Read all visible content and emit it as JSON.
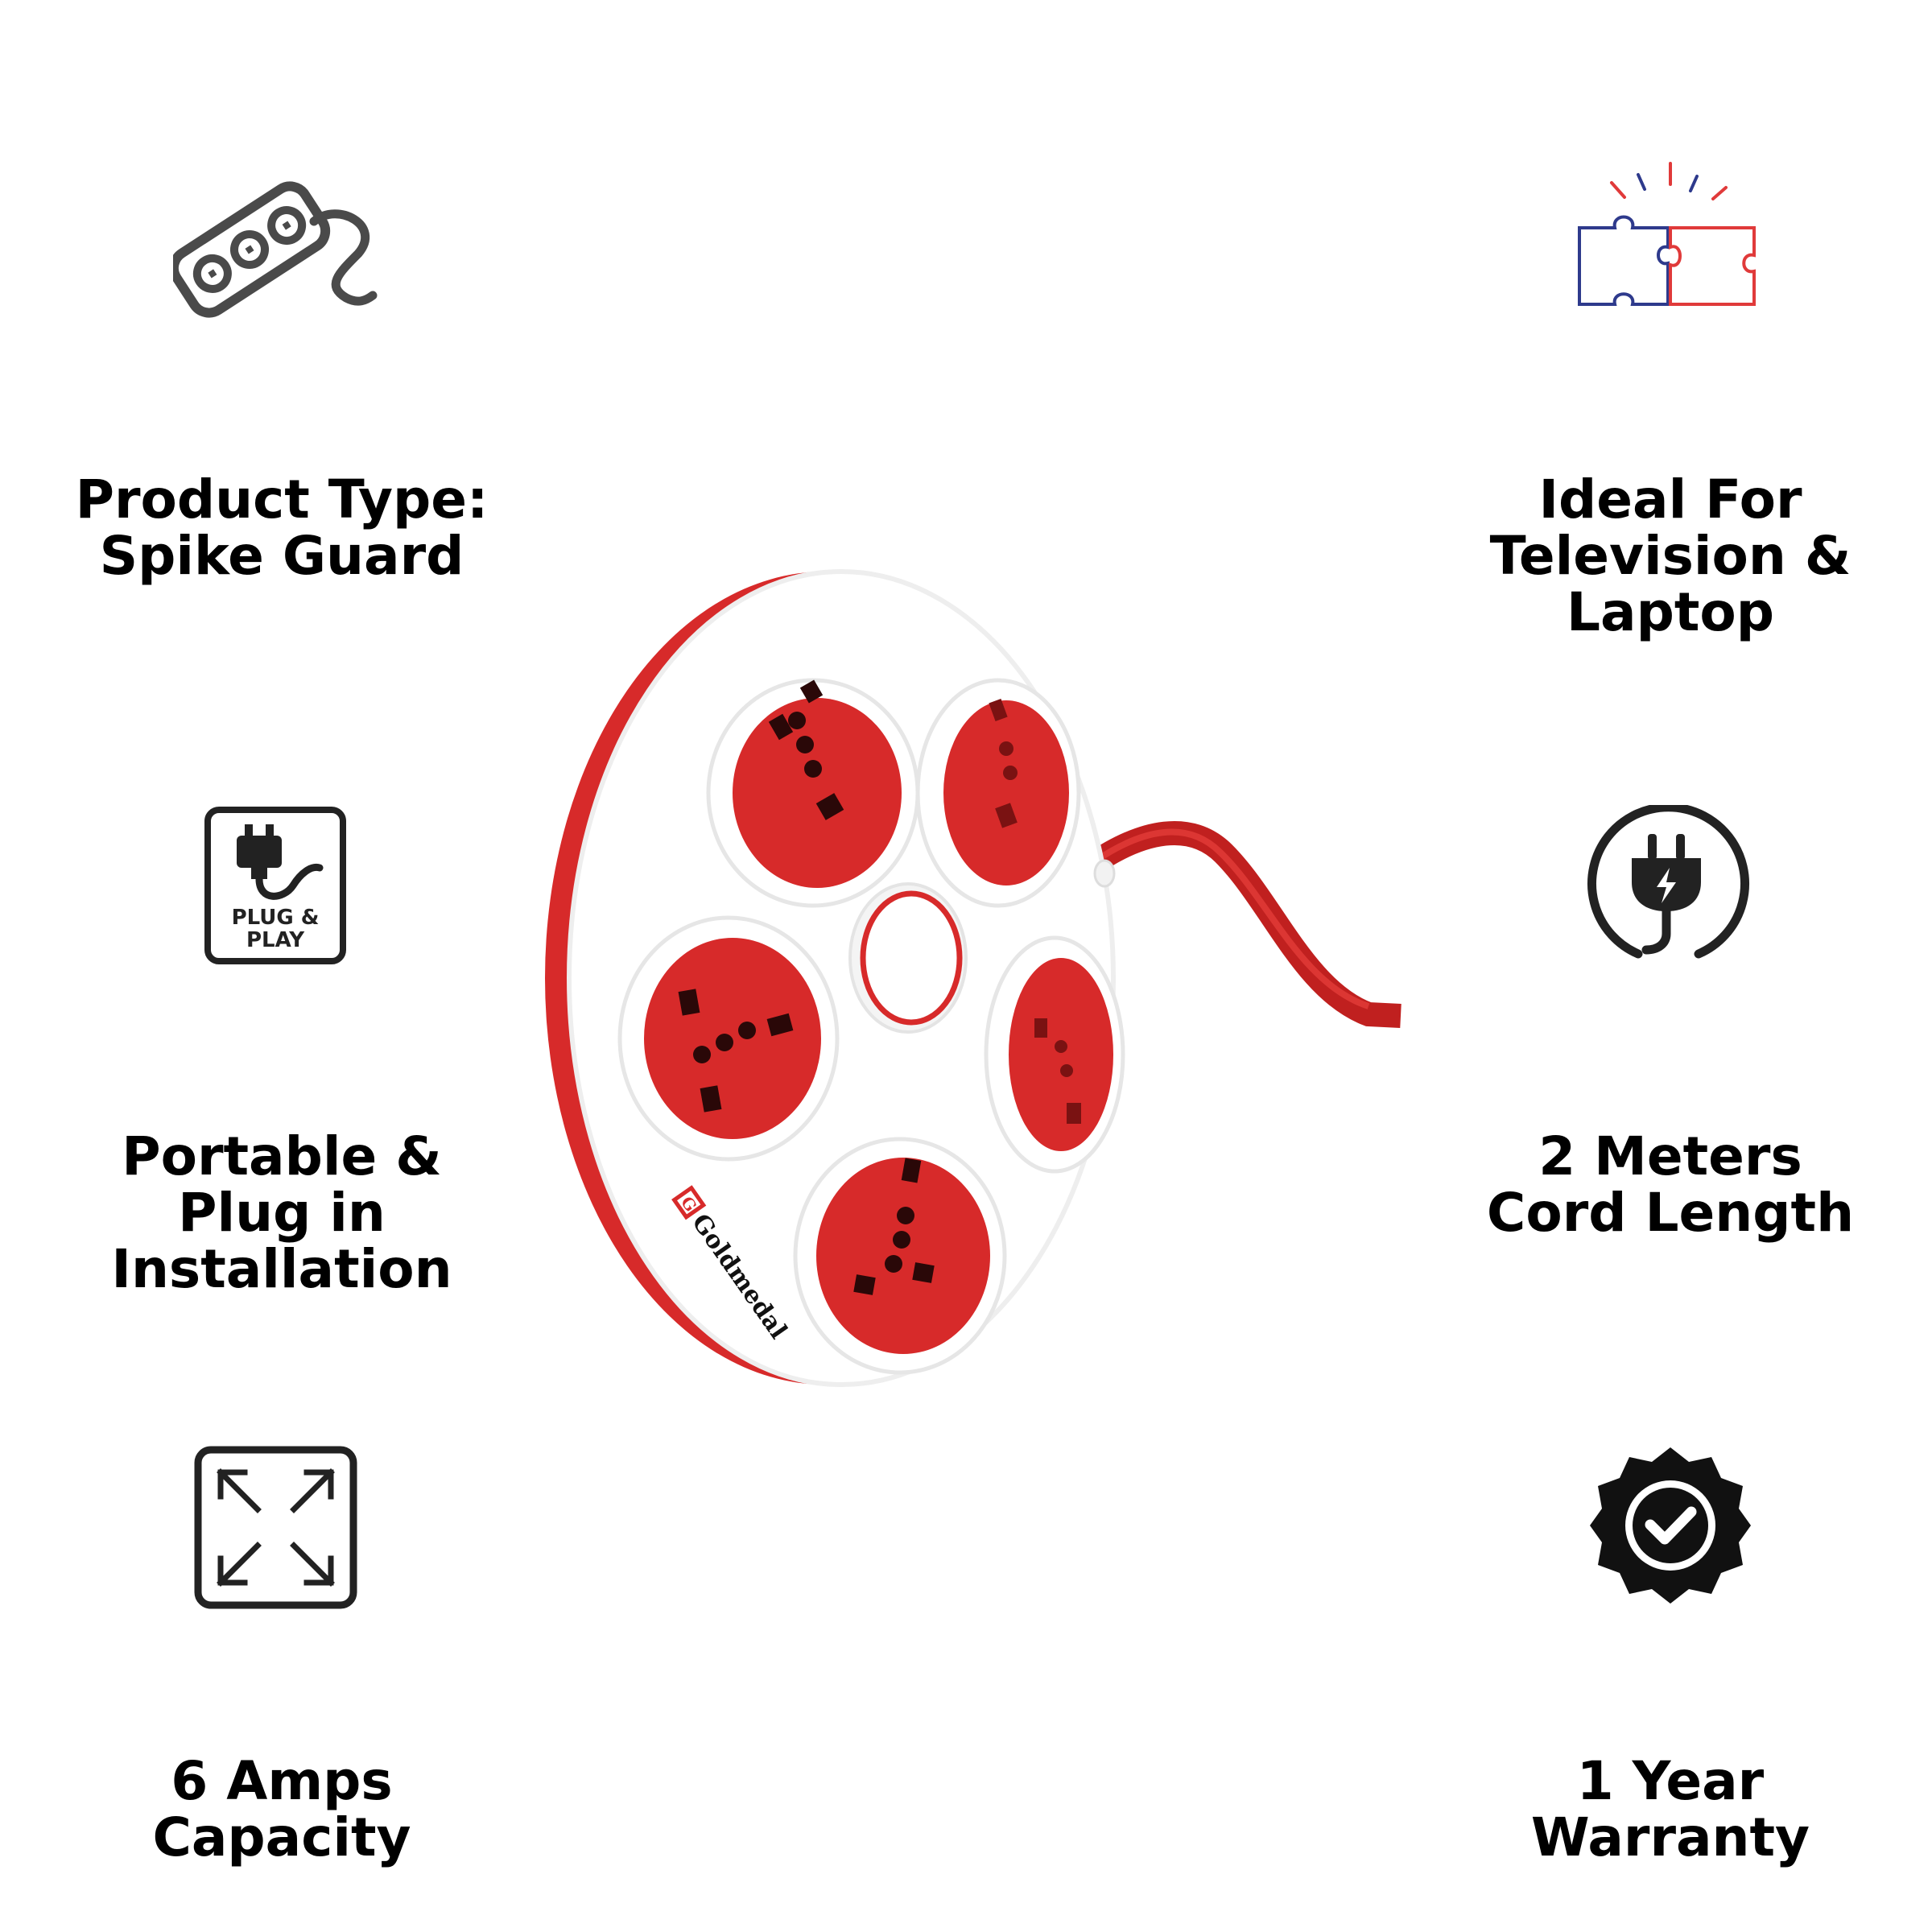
{
  "features_left": [
    {
      "icon": "extension-board-icon",
      "lines": [
        "Product Type:",
        "Spike Guard"
      ]
    },
    {
      "icon": "plug-and-play-icon",
      "icon_text": [
        "PLUG &",
        "PLAY"
      ],
      "lines": [
        "Portable &",
        "Plug in",
        "Installation"
      ]
    },
    {
      "icon": "expand-arrows-icon",
      "lines": [
        "6 Amps",
        "Capacity"
      ]
    }
  ],
  "features_right": [
    {
      "icon": "puzzle-pieces-icon",
      "lines": [
        "Ideal For",
        "Television &",
        "Laptop"
      ]
    },
    {
      "icon": "electric-plug-icon",
      "lines": [
        "2 Meters",
        "Cord Length"
      ]
    },
    {
      "icon": "warranty-badge-icon",
      "lines": [
        "1 Year",
        "Warranty"
      ]
    }
  ],
  "product": {
    "name": "round-spike-guard",
    "brand": "Goldmedal",
    "socket_count": 5,
    "colors": {
      "body": "#ffffff",
      "accent": "#d72a2a",
      "accent_dark": "#c0201f"
    }
  },
  "colors": {
    "icon_gray": "#4a4a4a",
    "puzzle_blue": "#2e3a8c",
    "puzzle_red": "#e03a3a"
  }
}
